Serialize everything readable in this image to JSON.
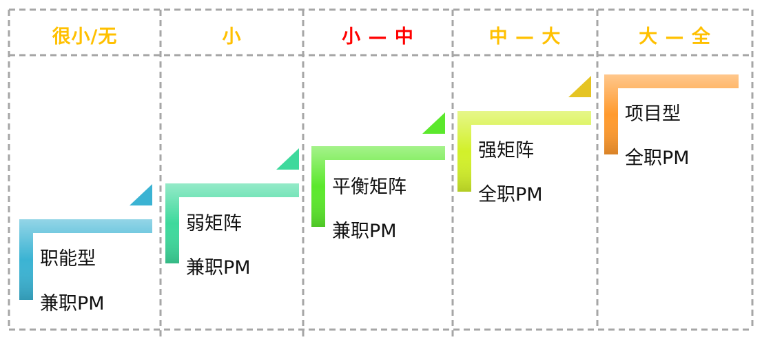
{
  "headers": [
    {
      "text": "很小/无",
      "color": "#FFC000"
    },
    {
      "text": "小",
      "color": "#FFC000"
    },
    {
      "text": "小 — 中",
      "color": "#FF0000"
    },
    {
      "text": "中 — 大",
      "color": "#FFC000"
    },
    {
      "text": "大 — 全",
      "color": "#FFC000"
    }
  ],
  "steps": [
    {
      "type": "职能型",
      "pm": "兼职PM",
      "color": "#3BB3D3"
    },
    {
      "type": "弱矩阵",
      "pm": "兼职PM",
      "color": "#3ED99C"
    },
    {
      "type": "平衡矩阵",
      "pm": "兼职PM",
      "color": "#5BE82C"
    },
    {
      "type": "强矩阵",
      "pm": "全职PM",
      "color": "#D2F02A"
    },
    {
      "type": "项目型",
      "pm": "全职PM",
      "color": "#FF9A2E"
    }
  ],
  "colors": {
    "grid_line": "#A6A6A6"
  }
}
